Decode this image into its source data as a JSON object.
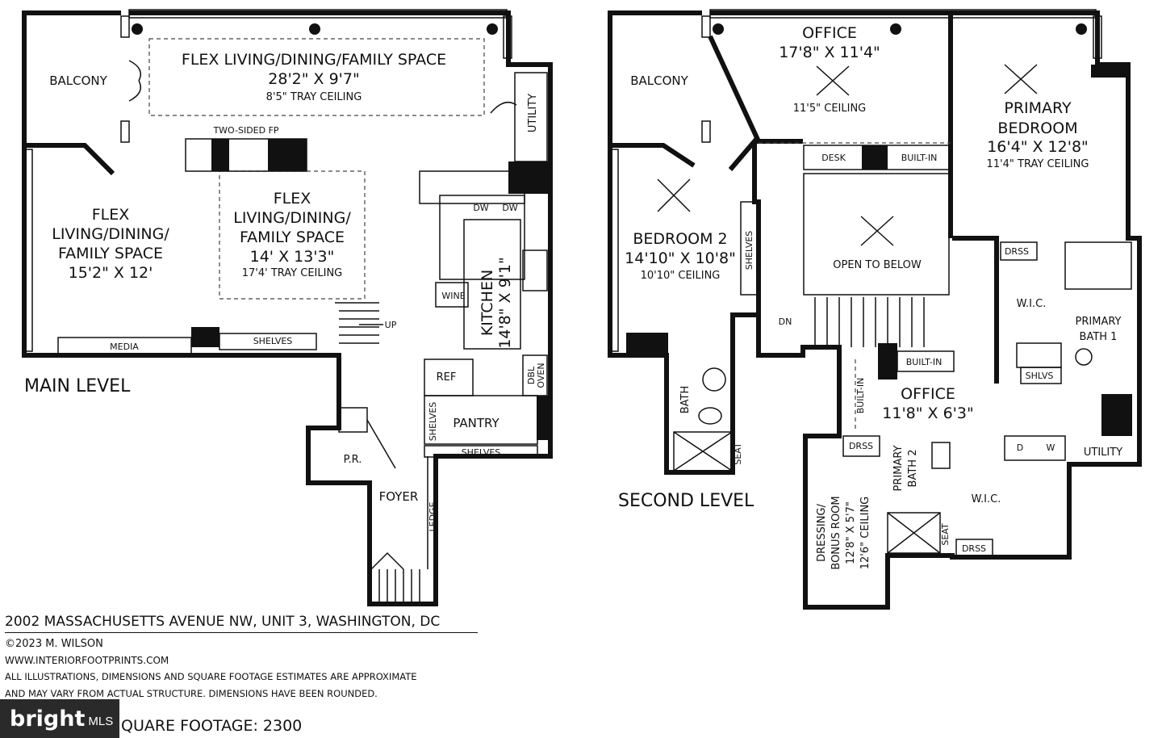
{
  "main_level": {
    "title": "MAIN LEVEL",
    "rooms": {
      "flex_top": {
        "name": "FLEX LIVING/DINING/FAMILY SPACE",
        "dims": "28'2\" X 9'7\"",
        "ceiling": "8'5\" TRAY CEILING"
      },
      "balcony": "BALCONY",
      "two_sided_fp": "TWO-SIDED FP",
      "flex_left": {
        "l1": "FLEX",
        "l2": "LIVING/DINING/",
        "l3": "FAMILY SPACE",
        "dims": "15'2\" X 12'"
      },
      "flex_center": {
        "l1": "FLEX",
        "l2": "LIVING/DINING/",
        "l3": "FAMILY SPACE",
        "dims": "14' X 13'3\"",
        "ceiling": "17'4' TRAY CEILING"
      },
      "utility": "UTILITY",
      "kitchen": {
        "name": "KITCHEN",
        "dims": "14'8\" X 9'1\""
      },
      "dw": "DW",
      "wine": "WINE",
      "dbl_oven_1": "DBL",
      "dbl_oven_2": "OVEN",
      "ref": "REF",
      "pantry": "PANTRY",
      "shelves": "SHELVES",
      "media": "MEDIA",
      "up": "UP",
      "pr": "P.R.",
      "foyer": "FOYER",
      "ledge": "LEDGE"
    }
  },
  "second_level": {
    "title": "SECOND LEVEL",
    "rooms": {
      "balcony": "BALCONY",
      "office_top": {
        "name": "OFFICE",
        "dims": "17'8\" X 11'4\"",
        "ceiling": "11'5\" CEILING"
      },
      "primary_bedroom": {
        "l1": "PRIMARY",
        "l2": "BEDROOM",
        "dims": "16'4\" X 12'8\"",
        "ceiling": "11'4\" TRAY CEILING"
      },
      "desk": "DESK",
      "built_in": "BUILT-IN",
      "open_to_below": "OPEN TO BELOW",
      "bedroom2": {
        "name": "BEDROOM 2",
        "dims": "14'10\" X 10'8\"",
        "ceiling": "10'10\" CEILING"
      },
      "shelves": "SHELVES",
      "dn": "DN",
      "bath": "BATH",
      "seat": "SEAT",
      "drss": "DRSS",
      "wic": "W.I.C.",
      "primary_bath1": {
        "l1": "PRIMARY",
        "l2": "BATH 1"
      },
      "shlvs": "SHLVS",
      "office_mid": {
        "name": "OFFICE",
        "dims": "11'8\" X 6'3\""
      },
      "utility": "UTILITY",
      "d": "D",
      "w": "W",
      "primary_bath2": {
        "l1": "PRIMARY",
        "l2": "BATH 2"
      },
      "dressing": {
        "l1": "DRESSING/",
        "l2": "BONUS ROOM",
        "dims": "12'8\" X 5'7\"",
        "ceiling": "12'6\" CEILING"
      }
    }
  },
  "footer": {
    "address": "2002 MASSACHUSETTS AVENUE NW, UNIT 3, WASHINGTON, DC",
    "copyright": "©2023 M. WILSON",
    "website": "WWW.INTERIORFOOTPRINTS.COM",
    "disclaimer1": "ALL ILLUSTRATIONS, DIMENSIONS AND SQUARE FOOTAGE ESTIMATES ARE APPROXIMATE",
    "disclaimer2": "AND MAY VARY FROM ACTUAL STRUCTURE. DIMENSIONS HAVE BEEN ROUNDED.",
    "square_footage": "QUARE FOOTAGE: 2300",
    "logo_text": "bright",
    "logo_suffix": "MLS"
  },
  "colors": {
    "ink": "#111111",
    "logo_bg": "#2a2a2a"
  }
}
